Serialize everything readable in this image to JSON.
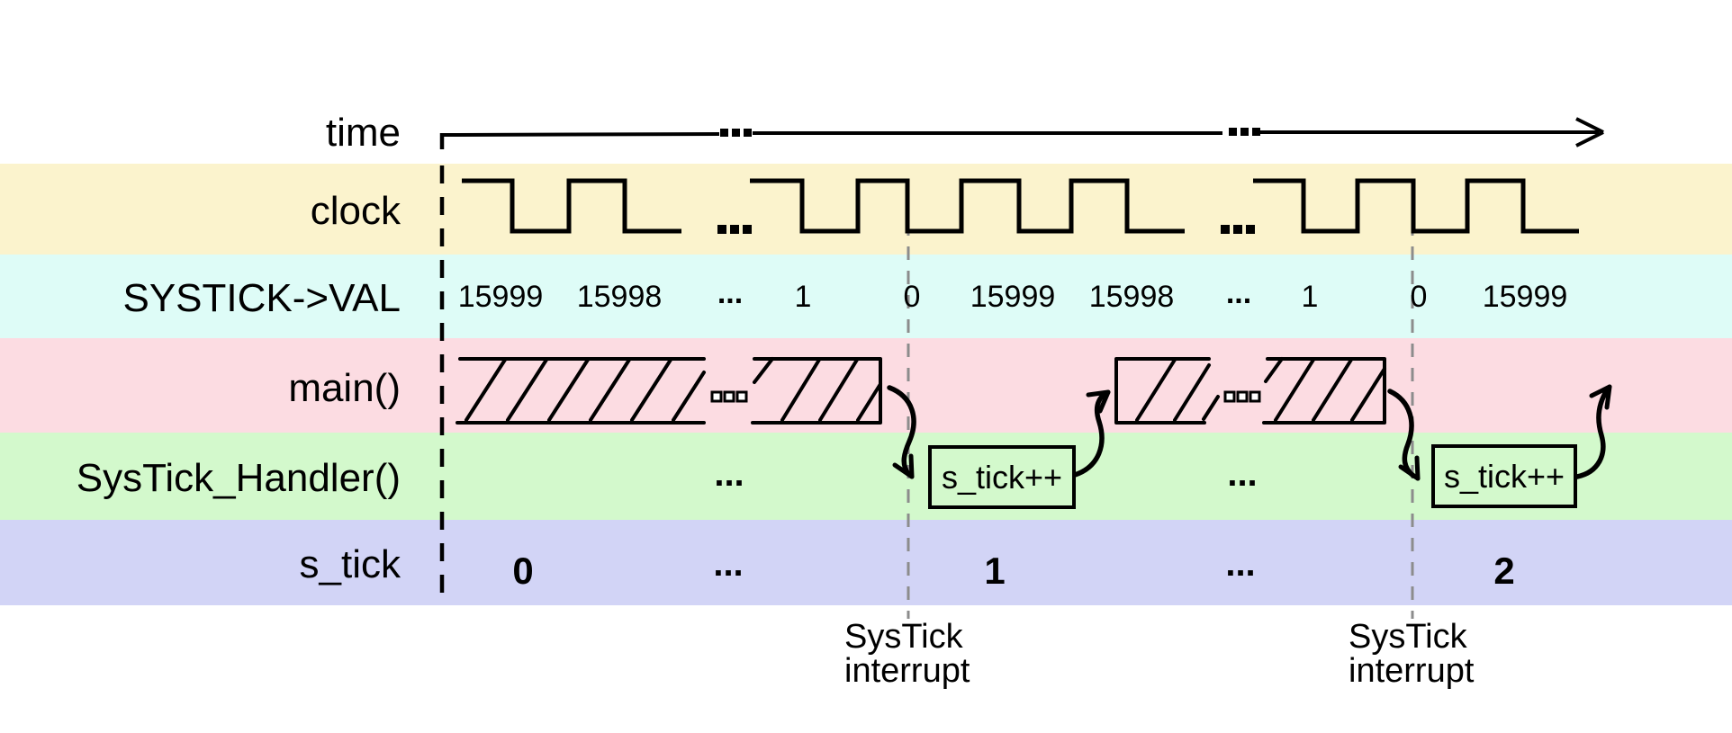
{
  "colors": {
    "background": "#ffffff",
    "clock_band": "#fbf3cd",
    "systick_band": "#defcf7",
    "main_band": "#fcdce2",
    "handler_band": "#d3f9cc",
    "stick_band": "#d2d4f6",
    "line_black": "#000000",
    "interrupt_dash_gray": "#8c8c8c"
  },
  "row_labels": {
    "time": "time",
    "clock": "clock",
    "systick_val": "SYSTICK->VAL",
    "main": "main()",
    "handler": "SysTick_Handler()",
    "s_tick": "s_tick"
  },
  "time_axis": {
    "ellipsis1": "...",
    "ellipsis2": "..."
  },
  "clock_wave": {
    "ellipsis1": "...",
    "ellipsis2": "..."
  },
  "systick_values": [
    "15999",
    "15998",
    "...",
    "1",
    "0",
    "15999",
    "15998",
    "...",
    "1",
    "0",
    "15999"
  ],
  "main_row": {
    "ellipsis1": "...",
    "ellipsis2": "..."
  },
  "handler_row": {
    "boxes": [
      "s_tick++",
      "s_tick++"
    ],
    "ellipsis1": "...",
    "ellipsis2": "..."
  },
  "stick_row": {
    "values": [
      "0",
      "1",
      "2"
    ],
    "ellipsis1": "...",
    "ellipsis2": "..."
  },
  "interrupts": [
    {
      "line1": "SysTick",
      "line2": "interrupt"
    },
    {
      "line1": "SysTick",
      "line2": "interrupt"
    }
  ]
}
